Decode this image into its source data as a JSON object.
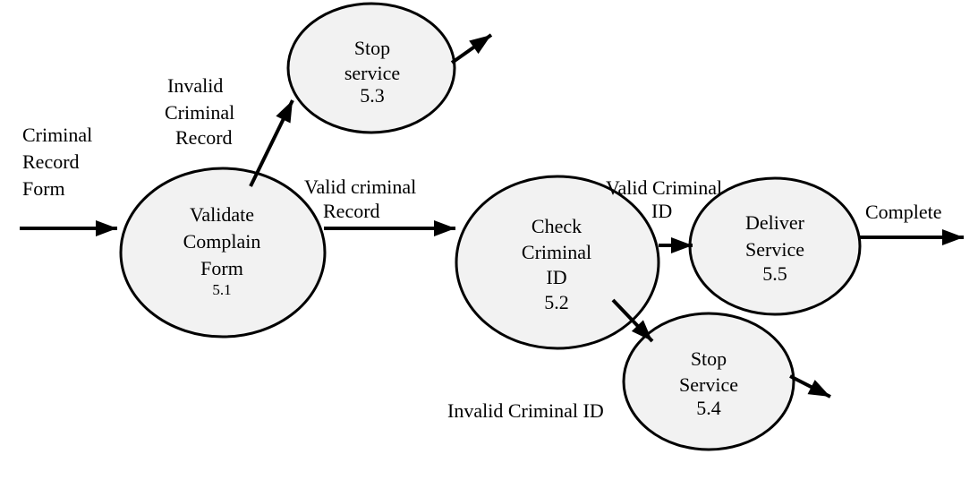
{
  "diagram_type": "data-flow-diagram",
  "processes": [
    {
      "key": "validate-complain-form",
      "lines": [
        "Validate",
        "Complain",
        "Form"
      ],
      "number": "5.1"
    },
    {
      "key": "check-criminal-id",
      "lines": [
        "Check",
        "Criminal",
        "ID"
      ],
      "number": "5.2"
    },
    {
      "key": "stop-service-5-3",
      "lines": [
        "Stop",
        "service"
      ],
      "number": "5.3"
    },
    {
      "key": "stop-service-5-4",
      "lines": [
        "Stop",
        "Service"
      ],
      "number": "5.4"
    },
    {
      "key": "deliver-service",
      "lines": [
        "Deliver",
        "Service"
      ],
      "number": "5.5"
    }
  ],
  "labels": {
    "criminal_record_form": [
      "Criminal",
      "Record",
      "Form"
    ],
    "invalid_criminal_record": [
      "Invalid",
      "Criminal",
      "Record"
    ],
    "valid_criminal_record": [
      "Valid criminal",
      "Record"
    ],
    "valid_criminal_id": [
      "Valid Criminal",
      "ID"
    ],
    "complete": "Complete",
    "invalid_criminal_id": "Invalid Criminal ID"
  },
  "colors": {
    "process_fill": "#f2f2f2",
    "stroke": "#000000",
    "text": "#000000",
    "background": "#ffffff"
  }
}
